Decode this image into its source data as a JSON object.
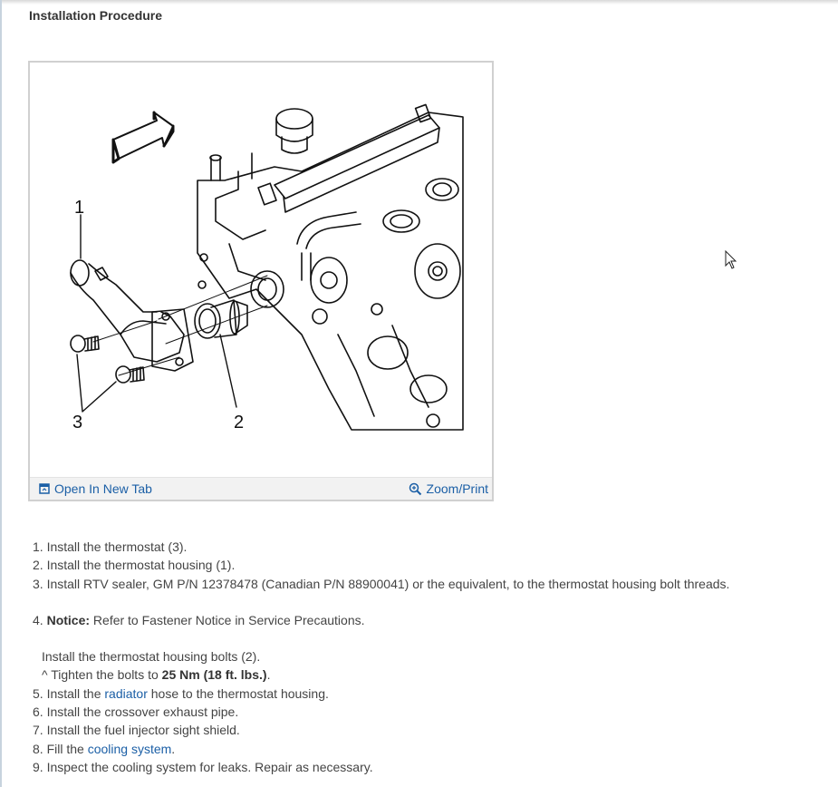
{
  "section": {
    "title": "Installation Procedure"
  },
  "figure": {
    "callouts": [
      "1",
      "2",
      "3"
    ],
    "open_tab_label": "Open In New Tab",
    "zoom_label": "Zoom/Print"
  },
  "steps": {
    "s1": "1. Install the thermostat (3).",
    "s2": "2. Install the thermostat housing (1).",
    "s3": "3. Install RTV sealer, GM P/N 12378478 (Canadian P/N 88900041) or the equivalent, to the thermostat housing bolt threads.",
    "s4_prefix": "4. ",
    "s4_notice": "Notice:",
    "s4_text": " Refer to Fastener Notice in Service Precautions.",
    "s4_sub": "Install the thermostat housing bolts (2).",
    "s4_tighten_prefix": "^  Tighten the bolts to ",
    "s4_torque": "25 Nm (18 ft. lbs.)",
    "s4_period": ".",
    "s5_prefix": "5. Install the ",
    "s5_link": "radiator",
    "s5_suffix": " hose to the thermostat housing.",
    "s6": "6. Install the crossover exhaust pipe.",
    "s7": "7. Install the fuel injector sight shield.",
    "s8_prefix": "8. Fill the ",
    "s8_link": "cooling system",
    "s8_suffix": ".",
    "s9": "9. Inspect the cooling system for leaks. Repair as necessary."
  }
}
